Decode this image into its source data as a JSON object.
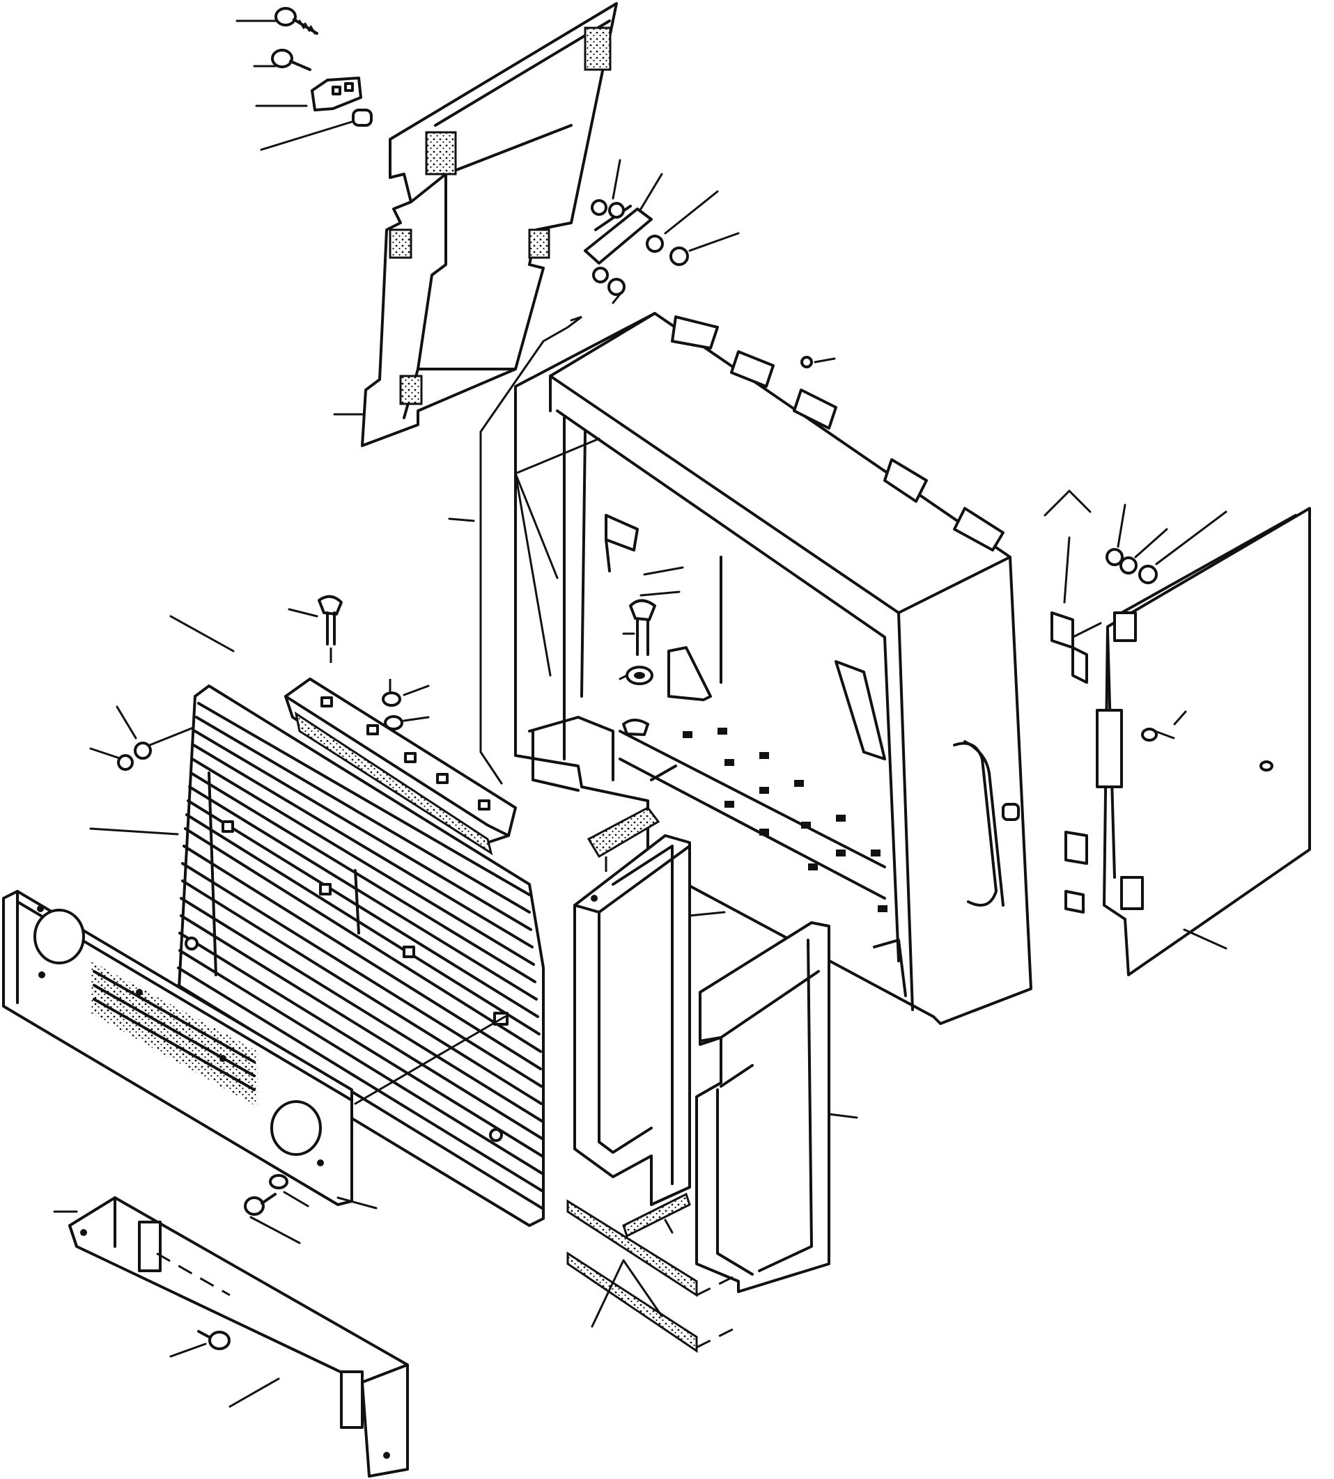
{
  "diagram": {
    "kind": "exploded parts drawing",
    "labels": [],
    "colors": {
      "line": "#111111",
      "background": "#ffffff"
    },
    "parts": [
      "upper-side-panel",
      "hood-bolt-1",
      "hood-bolt-2",
      "clamp-bracket",
      "rubber-bushing",
      "latch-assembly",
      "main-housing",
      "handle",
      "right-side-door",
      "hinge-washers",
      "mounting-bolt",
      "top-bracket",
      "radiator-grille",
      "front-mask-panel",
      "lower-bracket",
      "left-seal-frame",
      "right-seal-frame",
      "seal-strips"
    ]
  }
}
